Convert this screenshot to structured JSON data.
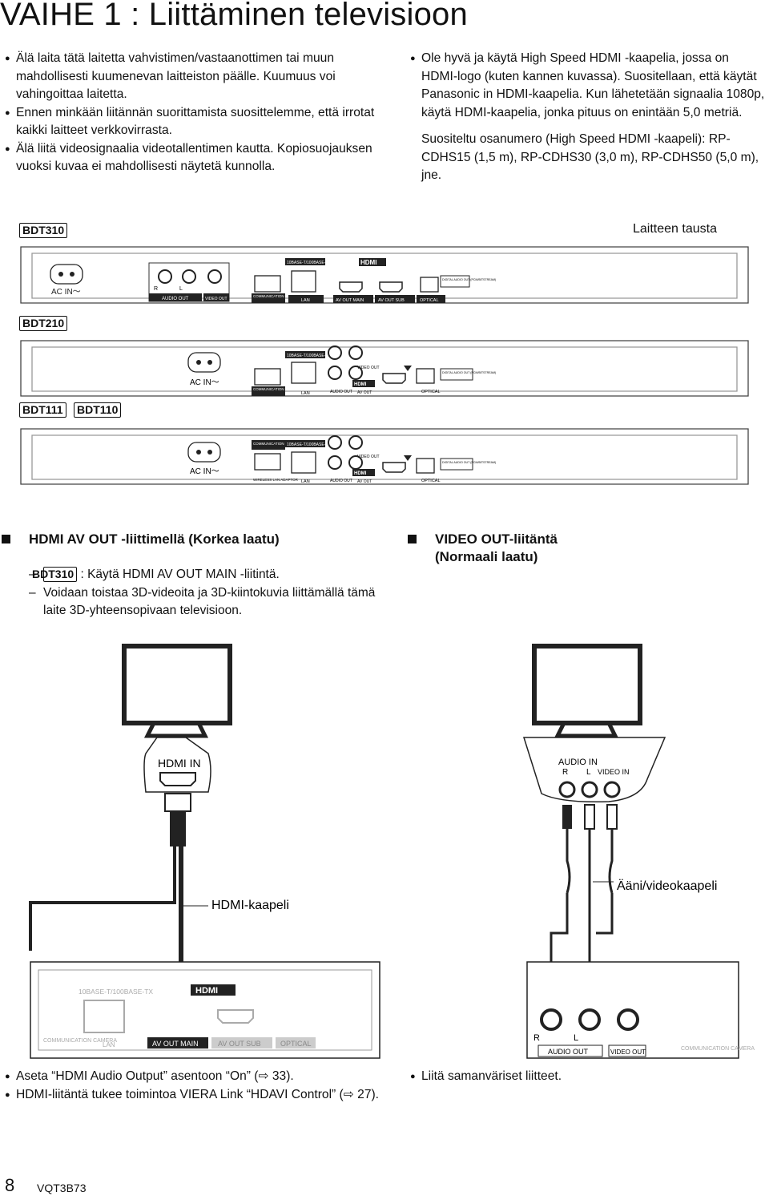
{
  "title": "VAIHE 1 : Liittäminen televisioon",
  "intro_left": [
    "Älä laita tätä laitetta vahvistimen/vastaanottimen tai muun mahdollisesti kuumenevan laitteiston päälle. Kuumuus voi vahingoittaa laitetta.",
    "Ennen minkään liitännän suorittamista suosittelemme, että irrotat kaikki laitteet verkkovirrasta.",
    "Älä liitä videosignaalia videotallentimen kautta. Kopiosuojauksen vuoksi kuvaa ei mahdollisesti näytetä kunnolla."
  ],
  "intro_right": "Ole hyvä ja käytä High Speed HDMI -kaapelia, jossa on HDMI-logo (kuten kannen kuvassa). Suositellaan, että käytät Panasonic in HDMI-kaapelia. Kun lähetetään signaalia 1080p, käytä HDMI-kaapelia, jonka pituus on enintään 5,0 metriä.",
  "recommended": "Suositeltu osanumero (High Speed HDMI -kaapeli): RP-CDHS15 (1,5 m), RP-CDHS30 (3,0 m), RP-CDHS50 (5,0 m), jne.",
  "models": {
    "bdt310": "BDT310",
    "bdt210": "BDT210",
    "bdt111": "BDT111",
    "bdt110": "BDT110"
  },
  "rear_label": "Laitteen tausta",
  "panel": {
    "ac_in": "AC IN～",
    "r": "R",
    "l": "L",
    "audio_out": "AUDIO OUT",
    "video_out": "VIDEO OUT",
    "comm_camera": "COMMUNICATION CAMERA",
    "lan_spec": "10BASE-T/100BASE-TX",
    "lan": "LAN",
    "hdmi": "HDMI",
    "av_out_main": "AV OUT  MAIN",
    "av_out_sub": "AV OUT  SUB",
    "av_out": "AV OUT",
    "optical": "OPTICAL",
    "digital_audio_out": "DIGITAL AUDIO OUT (PCM/BITSTREAM)",
    "video": "VIDEO OUT",
    "audio": "AUDIO OUT",
    "wireless": "WIRELESS LAN ADAPTOR"
  },
  "hdmi_section": {
    "heading": "HDMI AV OUT -liittimellä (Korkea laatu)",
    "note1_tag": "BDT310",
    "note1": ": Käytä HDMI AV OUT MAIN -liitintä.",
    "note2": "Voidaan toistaa 3D-videoita ja 3D-kiintokuvia liittämällä tämä laite 3D-yhteensopivaan televisioon."
  },
  "video_section": {
    "heading": "VIDEO OUT-liitäntä (Normaali laatu)"
  },
  "diagram": {
    "hdmi_in": "HDMI IN",
    "audio_in": "AUDIO IN",
    "r": "R",
    "l": "L",
    "video_in": "VIDEO IN",
    "hdmi_cable": "HDMI-kaapeli",
    "av_cable": "Ääni/videokaapeli"
  },
  "footer_left": [
    "Aseta “HDMI Audio Output” asentoon “On” (⇨ 33).",
    "HDMI-liitäntä tukee toimintoa VIERA Link “HDAVI Control” (⇨ 27)."
  ],
  "footer_right": "Liitä samanväriset liitteet.",
  "page_number": "8",
  "doc_code": "VQT3B73"
}
